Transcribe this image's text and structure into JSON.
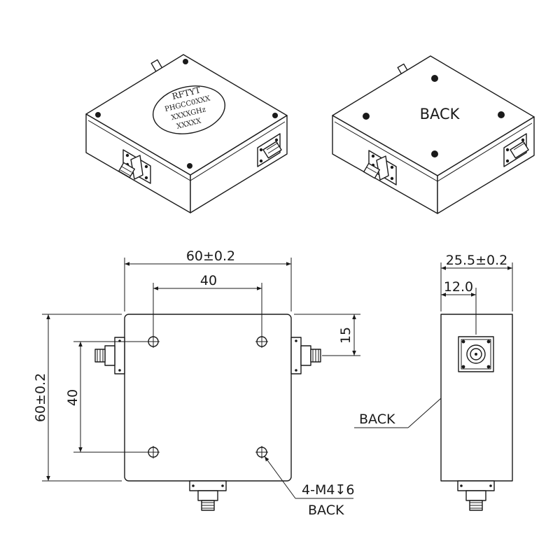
{
  "isometric_views": {
    "front": {
      "logo_lines": [
        "RFTYT",
        "PHGCC0XXX",
        "XXXXGHz",
        "XXXXX"
      ]
    },
    "back": {
      "label": "BACK"
    }
  },
  "top_view": {
    "width_dimension": "60±0.2",
    "hole_spacing_x": "40",
    "height_dimension": "60±0.2",
    "hole_spacing_y": "40",
    "connector_offset": "15",
    "hole_callout": "4-M4↧6",
    "hole_callout_sub": "BACK"
  },
  "side_view": {
    "depth_dimension": "25.5±0.2",
    "connector_center": "12.0",
    "back_label": "BACK"
  }
}
